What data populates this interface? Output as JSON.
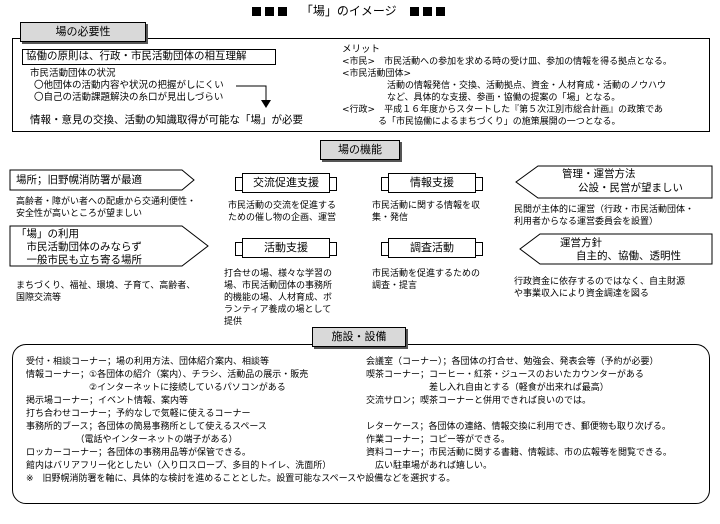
{
  "title": "「場」のイメージ",
  "section1": {
    "label": "場の必要性",
    "principle": "協働の原則は、行政・市民活動団体の相互理解",
    "status_heading": "市民活動団体の状況",
    "status_items": [
      "〇他団体の活動内容や状況の把握がしにくい",
      "〇自己の活動課題解決の糸口が見出しづらい"
    ],
    "need": "情報・意見の交換、活動の知識取得が可能な「場」が必要",
    "merit_heading": "メリット",
    "merit_lines": [
      "<市民>　市民活動への参加を求める時の受け皿、参加の情報を得る拠点となる。",
      "<市民活動団体>",
      "　　　　　活動の情報発信・交換、活動拠点、資金・人材育成・活動のノウハウ",
      "　　　　　など、具体的な支援、参画・協働の提案の「場」となる。",
      "<行政>　平成１６年度からスタートした『第５次江別市総合計画』の政策であ",
      "　　　　る「市民協働によるまちづくり」の施策展開の一つとなる。"
    ]
  },
  "section2": {
    "label": "場の機能",
    "place": "場所；旧野幌消防署が最適",
    "place_note": [
      "高齢者・障がい者への配慮から交通利便性・",
      "安全性が高いところが望ましい"
    ],
    "use_lines": [
      "「場」の利用",
      "　市民活動団体のみならず",
      "　一般市民も立ち寄る場所"
    ],
    "use_note": [
      "まちづくり、福祉、環境、子育て、高齢者、",
      "国際交流等"
    ],
    "node1": "交流促進支援",
    "node1_desc": [
      "市民活動の交流を促進する",
      "ための催し物の企画、運営"
    ],
    "node2": "情報支援",
    "node2_desc": [
      "市民活動に関する情報を収",
      "集・発信"
    ],
    "node3": "活動支援",
    "node3_desc": [
      "打合せの場、様々な学習の",
      "場、市民活動団体の事務所",
      "的機能の場、人材育成、ボ",
      "ランティア養成の場として",
      "提供"
    ],
    "node4": "調査活動",
    "node4_desc": [
      "市民活動を促進するための",
      "調査・提言"
    ],
    "mgmt_lines": [
      "管理・運営方法",
      "公設・民営が望ましい"
    ],
    "mgmt_note": [
      "民間が主体的に運営（行政・市民活動団体・",
      "利用者からなる運営委員会を設置）"
    ],
    "policy_lines": [
      "運営方針",
      "自主的、協働、透明性"
    ],
    "policy_note": [
      "行政資金に依存するのではなく、自主財源",
      "や事業収入により資金調達を図る"
    ]
  },
  "section3": {
    "label": "施設・設備",
    "left_lines": [
      "受付・相談コーナー；場の利用方法、団体紹介案内、相談等",
      "情報コーナー；①各団体の紹介（案内）、チラシ、活動品の展示・販売",
      "　　　　　　　②インターネットに接続しているパソコンがある",
      "掲示場コーナー；イベント情報、案内等",
      "打ち合わせコーナー；予約なしで気軽に使えるコーナー",
      "事務所的ブース；各団体の簡易事務所として使えるスペース",
      "　　　　　　（電話やインターネットの端子がある）",
      "ロッカーコーナー；各団体の事務用品等が保管できる。",
      "館内はバリアフリー化としたい（入り口スロープ、多目的トイレ、洗面所）",
      "※　旧野幌消防署を軸に、具体的な検討を進めることとした。設置可能なスペースや設備などを選択する。"
    ],
    "right_lines": [
      "会議室（コーナー）；各団体の打合せ、勉強会、発表会等（予約が必要）",
      "喫茶コーナー；コーヒー・紅茶・ジュースのおいたカウンターがある",
      "　　　　　　　差し入れ自由とする（軽食が出来れば最高）",
      "交流サロン；喫茶コーナーと併用できれば良いのでは。",
      "",
      "レターケース；各団体の連絡、情報交換に利用でき、郵便物も取り次げる。",
      "作業コーナー；コピー等ができる。",
      "資料コーナー；市民活動に関する書籍、情報誌、市の広報等を閲覧できる。",
      "　広い駐車場があれば嬉しい。"
    ]
  }
}
